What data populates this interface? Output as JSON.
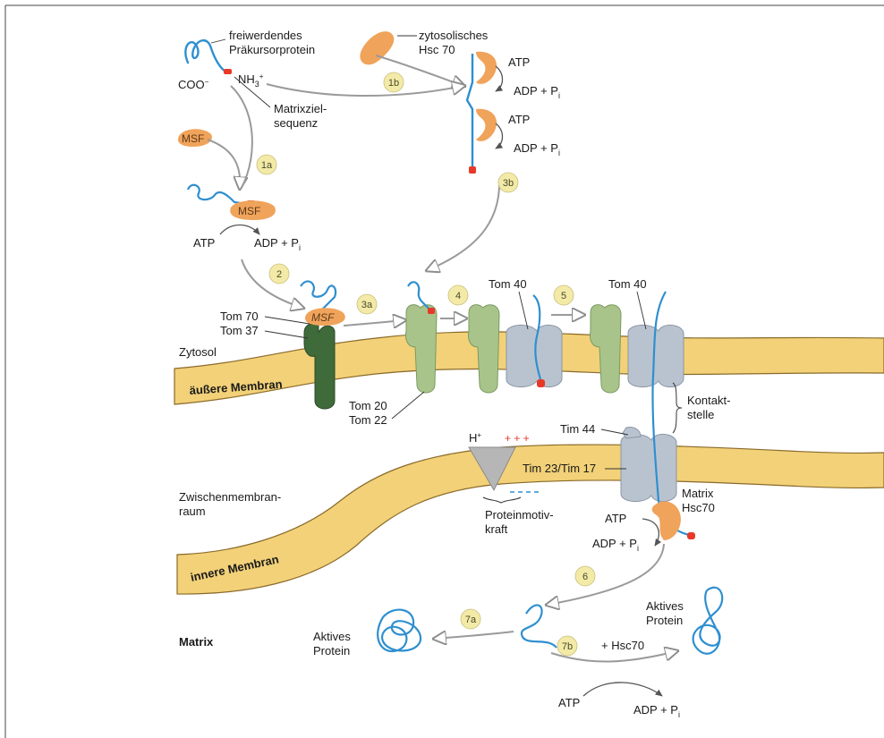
{
  "labels": {
    "precursor": [
      "freiwerdendes",
      "Präkursorprotein"
    ],
    "coo": "COO",
    "coo_sup": "−",
    "nh3": "NH",
    "nh3_sub": "3",
    "nh3_sup": "+",
    "matrix_target": [
      "Matrixziel-",
      "sequenz"
    ],
    "hsc70_cyto": [
      "zytosolisches",
      "Hsc 70"
    ],
    "msf": "MSF",
    "atp": "ATP",
    "adp": "ADP + P",
    "adp_sub": "i",
    "tom70": "Tom 70",
    "tom37": "Tom 37",
    "tom20": "Tom 20",
    "tom22": "Tom 22",
    "tom40": "Tom 40",
    "zytosol": "Zytosol",
    "outer_membrane": "äußere Membran",
    "inner_membrane": "innere Membran",
    "intermembrane": [
      "Zwischenmembran-",
      "raum"
    ],
    "contact": [
      "Kontakt-",
      "stelle"
    ],
    "tim44": "Tim 44",
    "tim23": "Tim 23/Tim 17",
    "hplus": "H",
    "hplus_sup": "+",
    "plus_charges": "+ + +",
    "pmf": [
      "Proteinmotiv-",
      "kraft"
    ],
    "matrix_hsc70": [
      "Matrix",
      "Hsc70"
    ],
    "matrix": "Matrix",
    "active_protein": [
      "Aktives",
      "Protein"
    ],
    "plus_hsc70": "+ Hsc70"
  },
  "steps": {
    "s1a": "1a",
    "s1b": "1b",
    "s2": "2",
    "s3a": "3a",
    "s3b": "3b",
    "s4": "4",
    "s5": "5",
    "s6": "6",
    "s7a": "7a",
    "s7b": "7b"
  },
  "colors": {
    "membrane": "#f2d178",
    "membrane_edge": "#8a6a2a",
    "protein_chain": "#2f8fd0",
    "signal": "#e8382a",
    "hsc70": "#f0a35a",
    "tom_dark": "#3f6a3a",
    "tom_light": "#a9c48a",
    "tom40": "#b9c3cf",
    "step_circle": "#f3eaa8",
    "arrow": "#9a9a9a"
  }
}
